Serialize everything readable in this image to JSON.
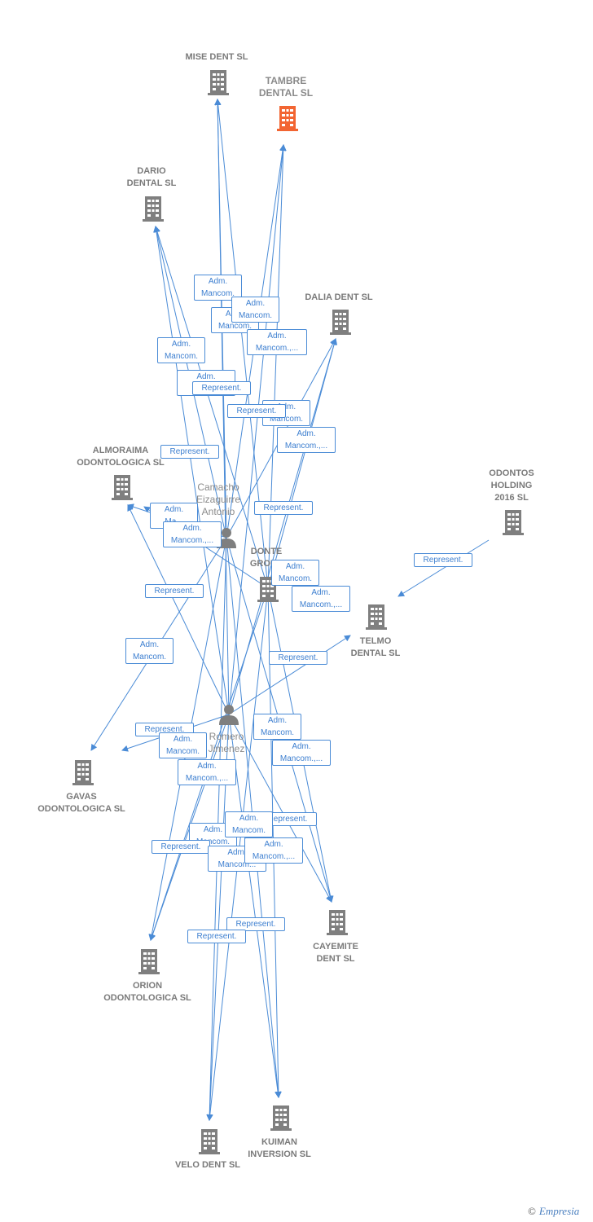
{
  "colors": {
    "edge": "#4a8bd6",
    "node": "#7f7f7f",
    "main_node": "#f26532",
    "person": "#7f7f7f"
  },
  "companies": {
    "mise": "MISE DENT SL",
    "tambre": "TAMBRE\nDENTAL  SL",
    "dario": "DARIO\nDENTAL SL",
    "dalia": "DALIA DENT SL",
    "almoraima": "ALMORAIMA\nODONTOLOGICA SL",
    "odontos": "ODONTOS\nHOLDING\n2016  SL",
    "donte": "DONTE\nGROUP",
    "telmo": "TELMO\nDENTAL SL",
    "gavas": "GAVAS\nODONTOLOGICA SL",
    "cayemite": "CAYEMITE\nDENT SL",
    "orion": "ORION\nODONTOLOGICA SL",
    "kuiman": "KUIMAN\nINVERSION SL",
    "velo": "VELO DENT SL"
  },
  "persons": {
    "camacho": "Camacho\nEizaguirre\nAntonio",
    "romero": "Romero\nJimenez\n..."
  },
  "edge_labels": {
    "adm_mancom": "Adm.\nMancom.",
    "adm_mancom_more": "Adm.\nMancom.,...",
    "represent": "Represent.",
    "adm_ma": "Adm.\nMa...",
    "adm_mancom_short": "Adm.\nMancom..."
  },
  "footer": {
    "copyright": "©",
    "brand": "Empresia"
  }
}
